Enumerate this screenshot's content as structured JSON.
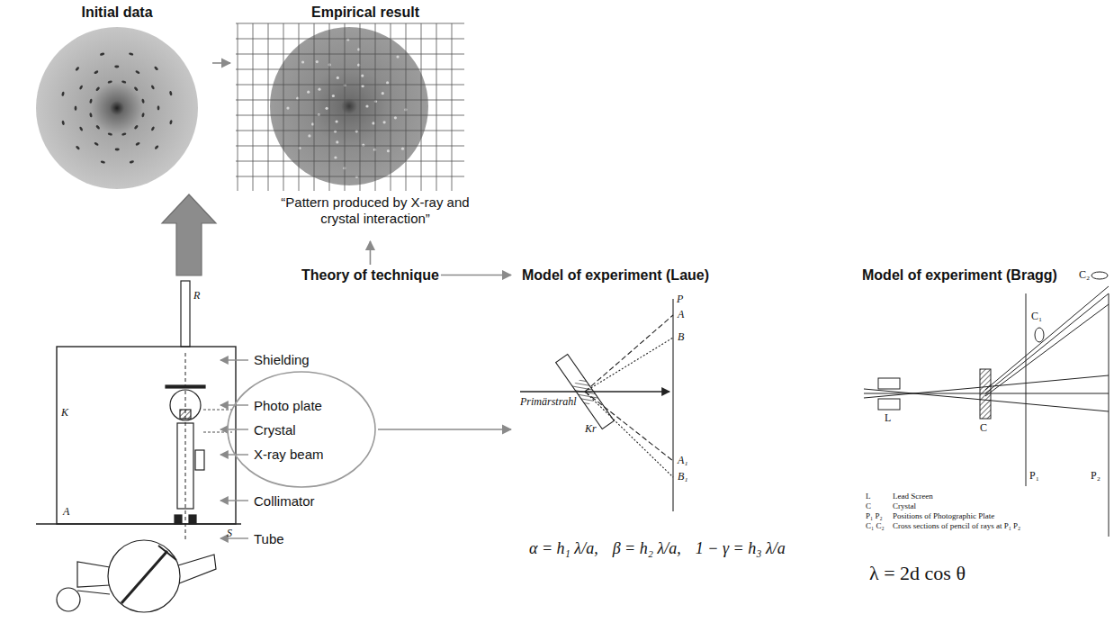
{
  "diagram": {
    "nodes": [
      {
        "text": [
          "Initial data"
        ]
      },
      {
        "text": [
          "Empirical result",
          "“Pattern produced by X-ray and crystal interaction”"
        ]
      },
      {
        "text": [
          "Theory of technique"
        ]
      },
      {
        "text": [
          "Model of experiment (Laue)"
        ]
      },
      {
        "text": [
          "Model of experiment (Bragg)"
        ]
      },
      {
        "text": [
          "Photo plate",
          "Crystal",
          "X-ray beam"
        ]
      }
    ],
    "edges": [
      {
        "from": 0,
        "to": 1,
        "arrow": "to"
      },
      {
        "from": 2,
        "to": 1,
        "arrow": "to"
      },
      {
        "from": 2,
        "to": 3,
        "arrow": "to"
      },
      {
        "from": 5,
        "to": 3,
        "arrow": "to"
      }
    ],
    "labels": [
      "Shielding",
      "Collimator",
      "Tube",
      "R",
      "K",
      "A",
      "S",
      "P",
      "A",
      "B",
      "A₁",
      "B₁",
      "Primärstrahl",
      "Kr",
      "α = h₁ λ/a,",
      "β = h₂ λ/a,",
      "1 − γ = h₃ λ/a",
      "L",
      "C",
      "C₁",
      "C₂",
      "P₁",
      "P₂",
      "L",
      "Lead Screen",
      "C",
      "Crystal",
      "P₁ P₂",
      "Positions of Photographic Plate",
      "C₁ C₂",
      "Cross sections of pencil of rays at P₁ P₂",
      "λ = 2d cos θ"
    ]
  }
}
